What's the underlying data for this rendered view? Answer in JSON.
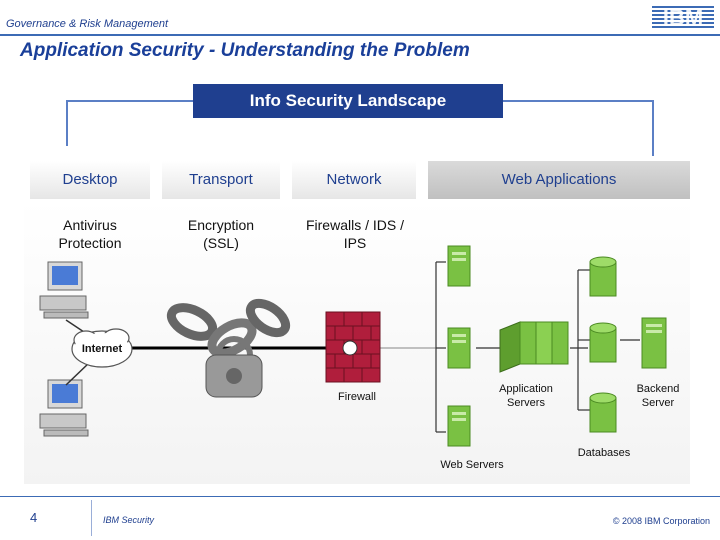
{
  "header": {
    "section": "Governance & Risk Management",
    "logo_text": "IBM"
  },
  "title": "Application Security - Understanding the Problem",
  "landscape": "Info Security Landscape",
  "categories": [
    {
      "label": "Desktop",
      "sub": "Antivirus Protection"
    },
    {
      "label": "Transport",
      "sub": "Encryption (SSL)"
    },
    {
      "label": "Network",
      "sub": "Firewalls / IDS / IPS"
    },
    {
      "label": "Web Applications",
      "sub": ""
    }
  ],
  "diagram": {
    "internet": "Internet",
    "firewall": "Firewall",
    "app_servers": "Application Servers",
    "backend_server": "Backend Server",
    "databases": "Databases",
    "web_servers": "Web Servers"
  },
  "footer": {
    "page": "4",
    "org": "IBM Security",
    "copyright": "© 2008 IBM Corporation"
  },
  "colors": {
    "brand": "#1f3f8f",
    "accent": "#3c6bb5",
    "server_green": "#7ac143"
  }
}
